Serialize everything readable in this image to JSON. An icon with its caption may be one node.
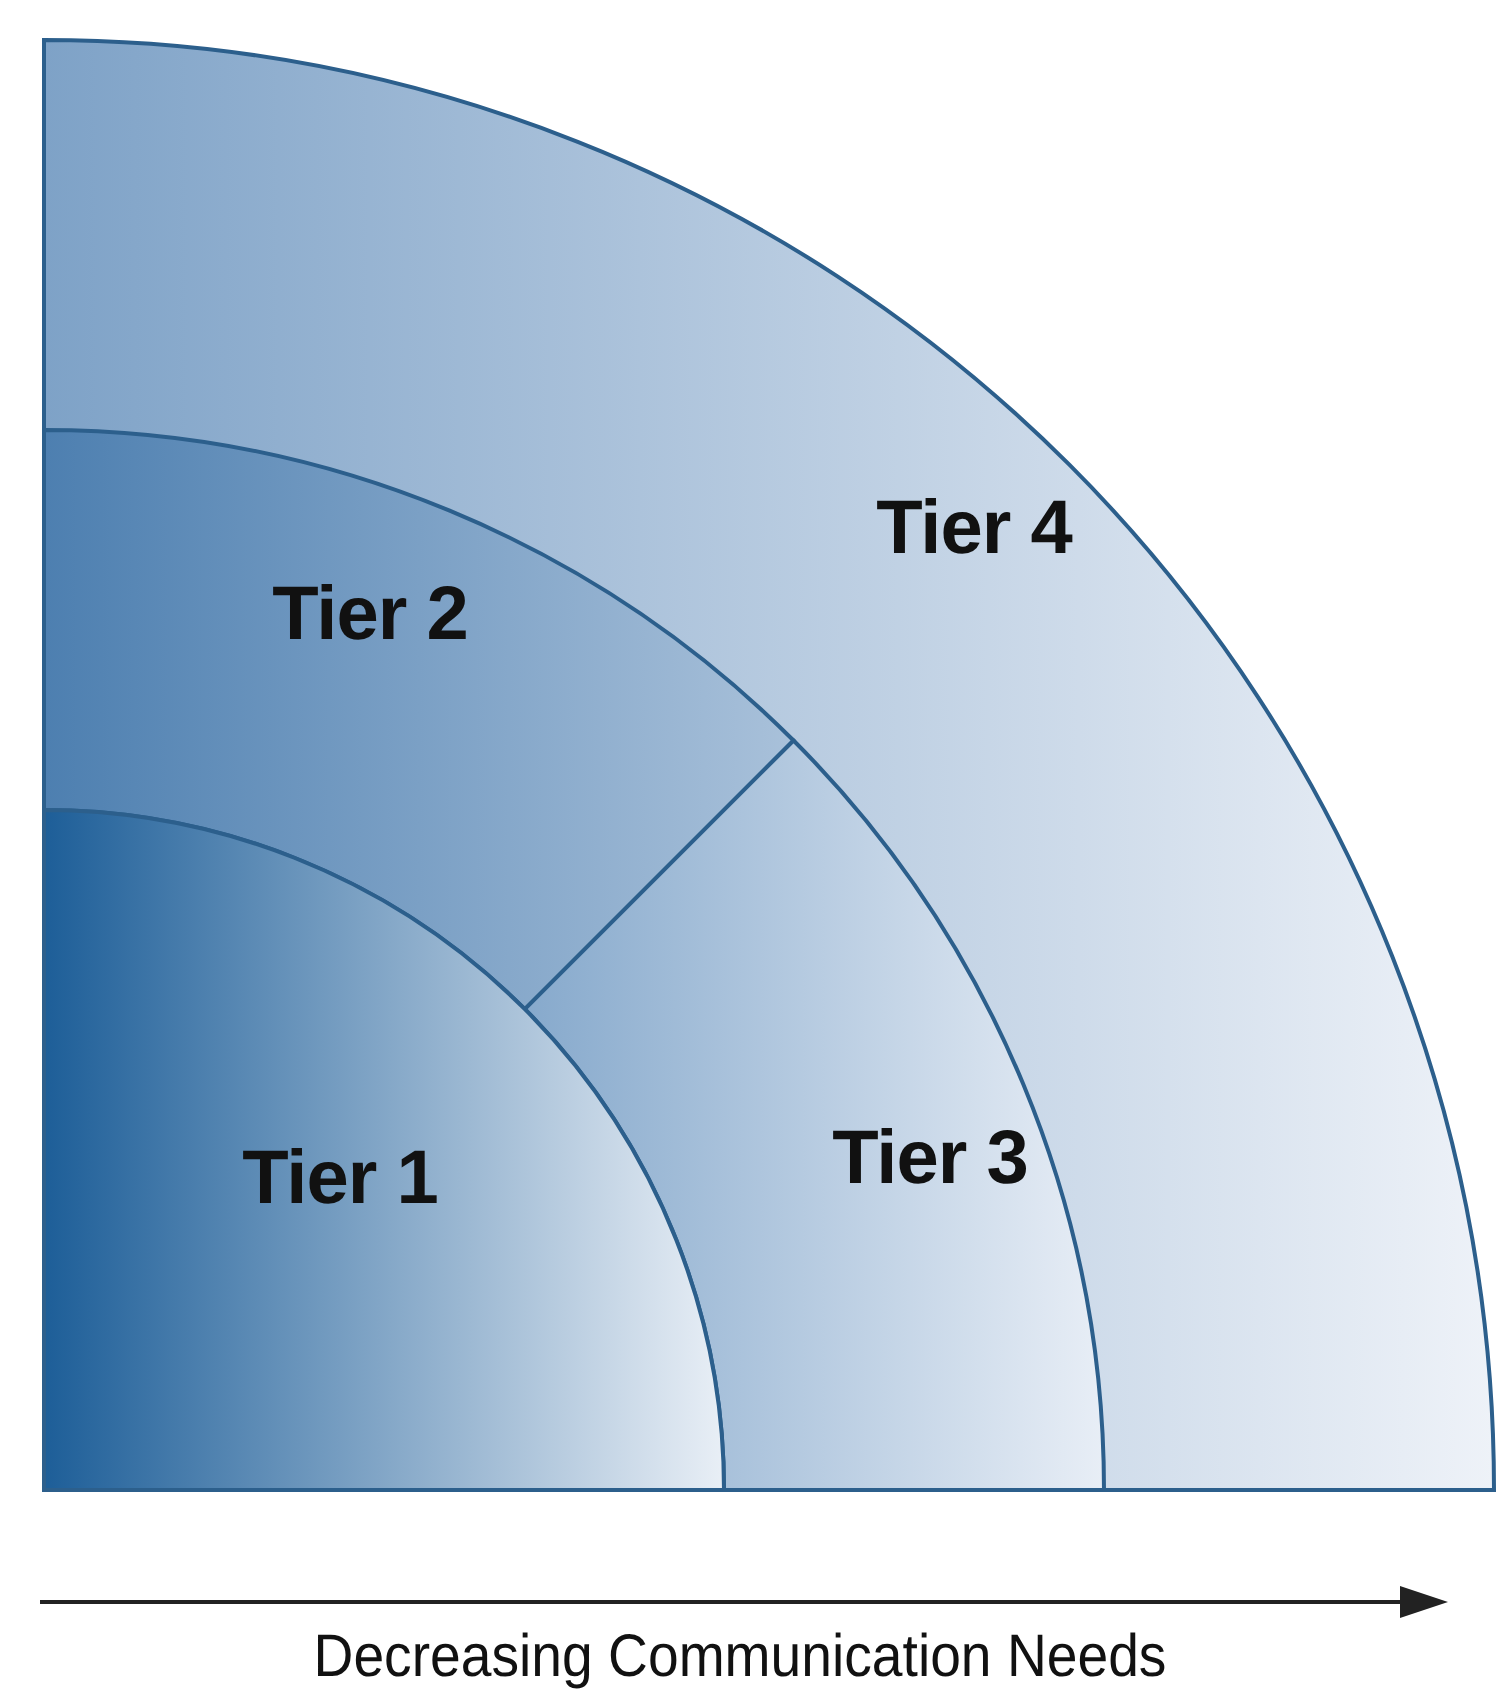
{
  "diagram": {
    "nodes": [
      {
        "text": [
          "Tier 4"
        ]
      },
      {
        "text": [
          "Tier 2"
        ],
        "in": 0
      },
      {
        "text": [
          "Tier 3"
        ],
        "in": 0
      },
      {
        "text": [
          "Tier 1"
        ],
        "in": 0
      }
    ],
    "labels": [
      "Decreasing Communication Needs"
    ]
  }
}
